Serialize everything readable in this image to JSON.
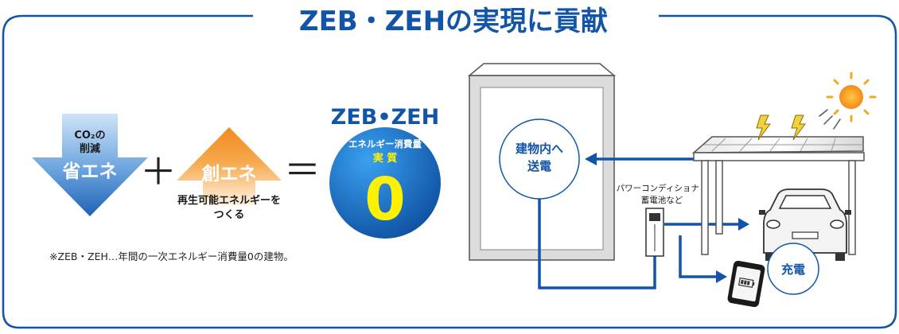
{
  "title": "ZEB・ZEHの実現に貢献",
  "energy_saving": {
    "co2_line1": "CO₂の",
    "co2_line2": "削減",
    "label": "省エネ"
  },
  "plus_sign": "＋",
  "energy_creation": {
    "label": "創エネ",
    "desc_line1": "再生可能エネルギーを",
    "desc_line2": "つくる"
  },
  "equals_sign": "＝",
  "zeb_circle": {
    "heading": "ZEB•ZEH",
    "line1": "エネルギー消費量",
    "line2": "実 質",
    "value": "0"
  },
  "footnote": "※ZEB・ZEH…年間の一次エネルギー消費量0の建物。",
  "building_circle": {
    "line1": "建物内へ",
    "line2": "送電"
  },
  "power_conditioner": {
    "line1": "パワーコンディショナ・",
    "line2": "蓄電池など"
  },
  "charge_label": "充電",
  "colors": {
    "brand_blue": "#1254a7",
    "light_blue": "#7fb2e5",
    "orange": "#f3902a",
    "yellow_digit": "#fff200",
    "sun": "#f5a623",
    "bolt": "#f4d03f"
  }
}
